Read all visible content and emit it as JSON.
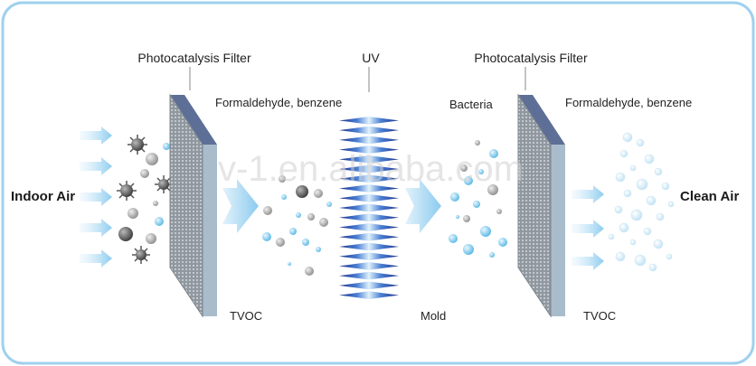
{
  "labels": {
    "filter_left": "Photocatalysis Filter",
    "uv": "UV",
    "filter_right": "Photocatalysis Filter",
    "formaldehyde_left": "Formaldehyde, benzene",
    "bacteria": "Bacteria",
    "formaldehyde_right": "Formaldehyde, benzene",
    "indoor_air": "Indoor Air",
    "clean_air": "Clean Air",
    "tvoc_left": "TVOC",
    "mold": "Mold",
    "tvoc_right": "TVOC"
  },
  "watermark": "v-1.en.alibaba.com",
  "colors": {
    "frame": "#9fd0ee",
    "filter_face": "#9aa3ad",
    "filter_top": "#5d6f96",
    "filter_side": "#a9bccb",
    "arrow": "#a8d6f2",
    "uv_blue": "#2c4fa8",
    "bubble_blue": "#6cc3ea",
    "bubble_gray": "#9a9a9a"
  }
}
